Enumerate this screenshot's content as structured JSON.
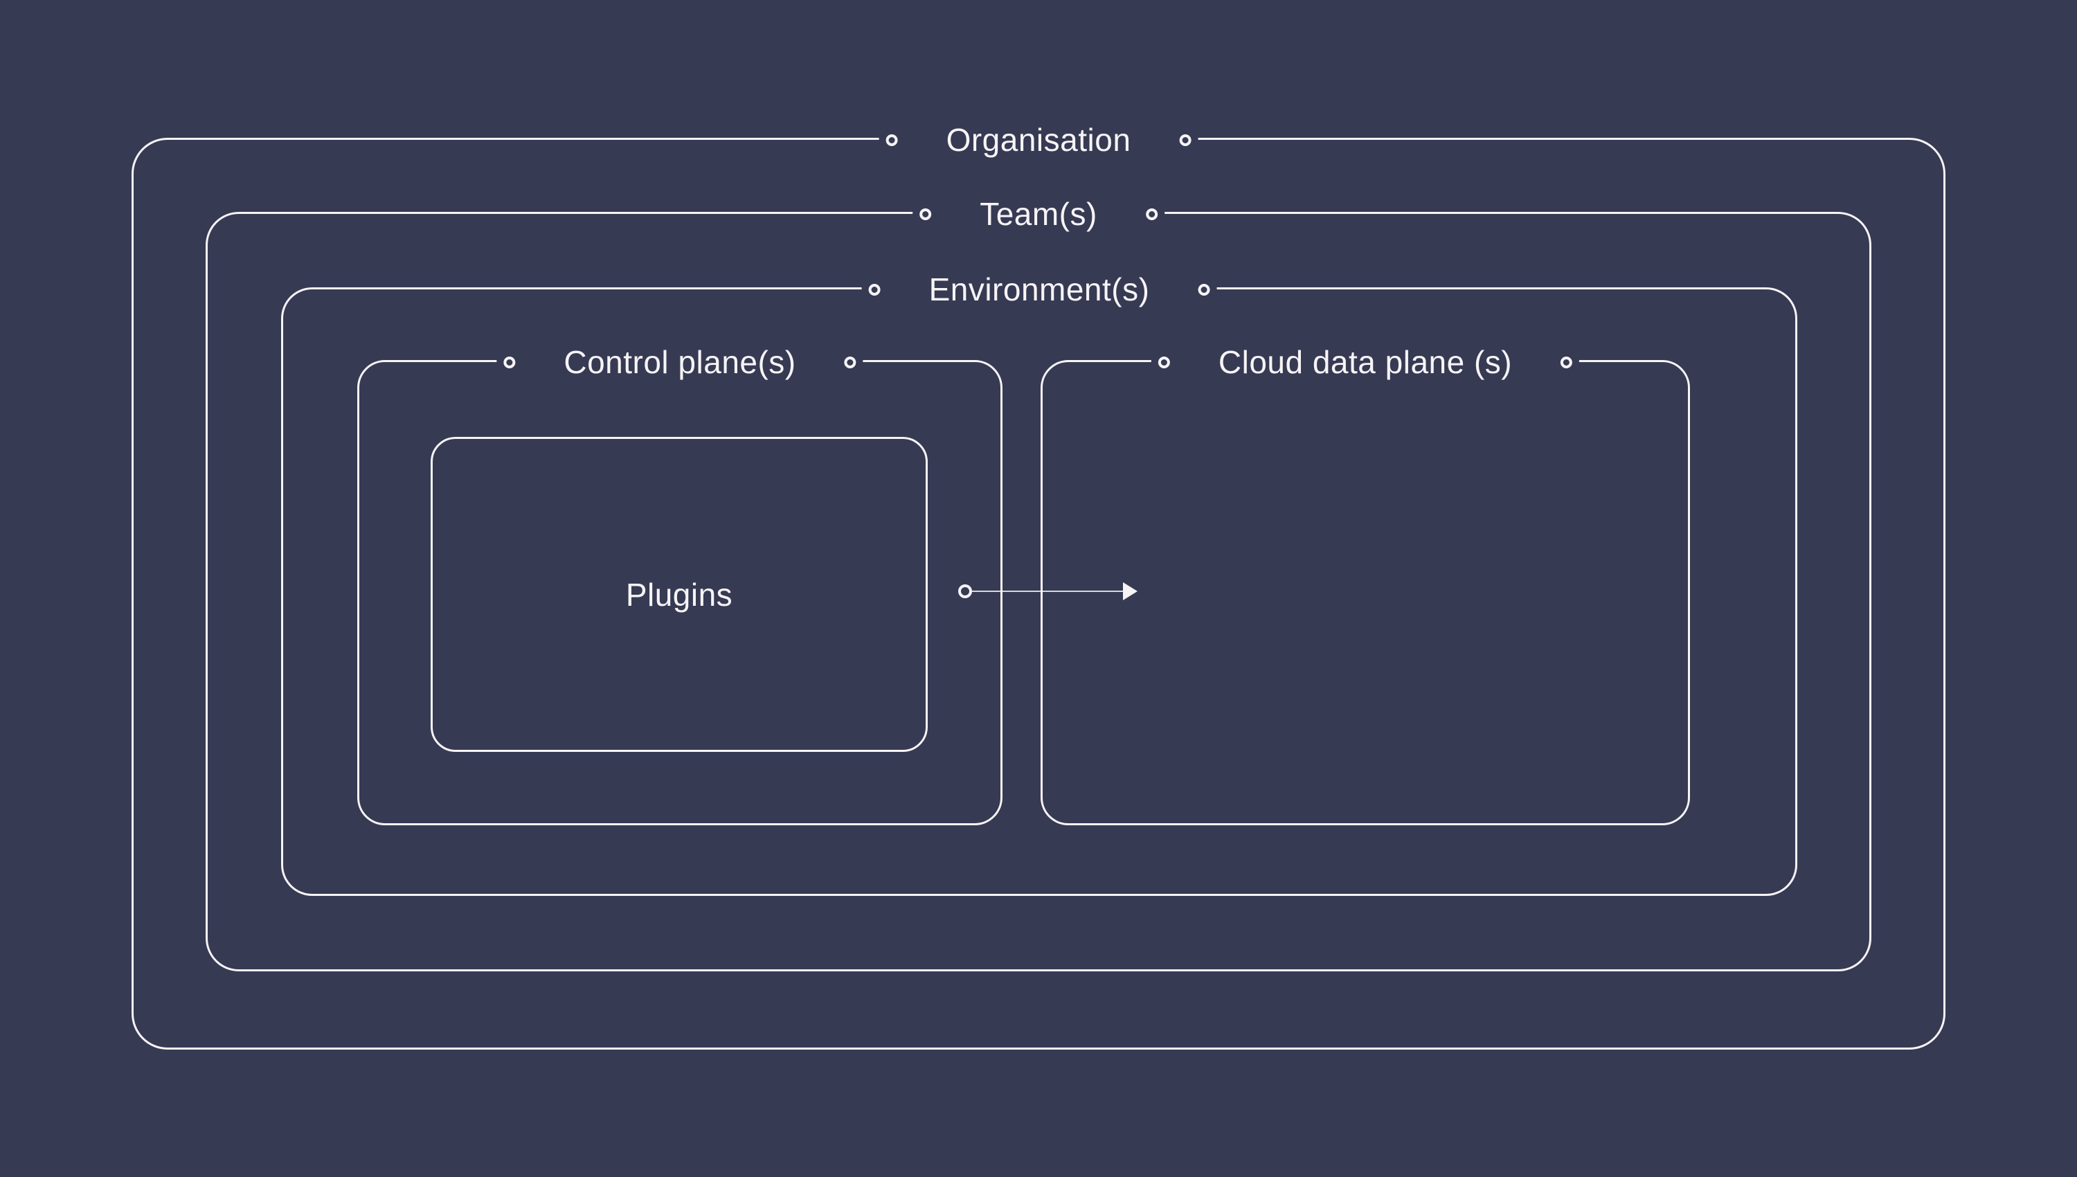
{
  "colors": {
    "background": "#373a53",
    "line": "#f6f4f6"
  },
  "diagram": {
    "boxes": [
      {
        "id": "organisation",
        "label": "Organisation"
      },
      {
        "id": "teams",
        "label": "Team(s)"
      },
      {
        "id": "environments",
        "label": "Environment(s)"
      },
      {
        "id": "control-planes",
        "label": "Control plane(s)"
      },
      {
        "id": "cloud-data-planes",
        "label": "Cloud data plane (s)"
      },
      {
        "id": "plugins",
        "label": "Plugins"
      }
    ],
    "arrow": {
      "from": "Plugins",
      "to": "Cloud data plane (s)"
    }
  }
}
